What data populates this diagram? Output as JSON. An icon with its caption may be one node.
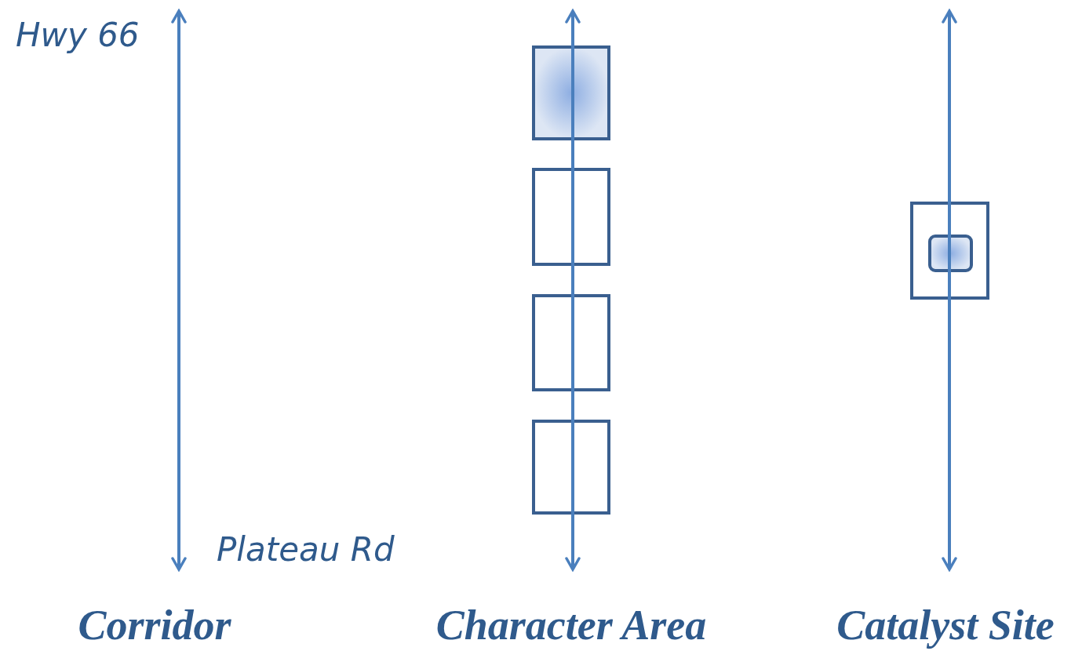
{
  "diagram": {
    "nodes": [
      {
        "text": [],
        "shape": "box"
      },
      {
        "text": [],
        "shape": "box"
      },
      {
        "text": [],
        "shape": "box"
      },
      {
        "text": [],
        "shape": "box"
      },
      {
        "text": [],
        "shape": "box"
      },
      {
        "text": [],
        "shape": "box",
        "in": 4
      }
    ],
    "labels": [
      "Hwy 66",
      "Plateau Rd",
      "Corridor",
      "Character Area",
      "Catalyst Site"
    ]
  }
}
